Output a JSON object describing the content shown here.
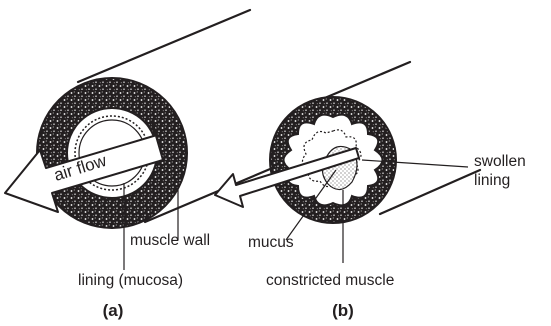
{
  "panel_a": {
    "arrow_label": "air flow",
    "label_muscle": "muscle wall",
    "label_lining": "lining (mucosa)",
    "caption": "(a)"
  },
  "panel_b": {
    "label_swollen_line1": "swollen",
    "label_swollen_line2": "lining",
    "label_mucus": "mucus",
    "label_constricted": "constricted muscle",
    "caption": "(b)"
  },
  "colors": {
    "ink": "#231f20",
    "background": "#ffffff",
    "arrow_fill": "#ffffff"
  }
}
